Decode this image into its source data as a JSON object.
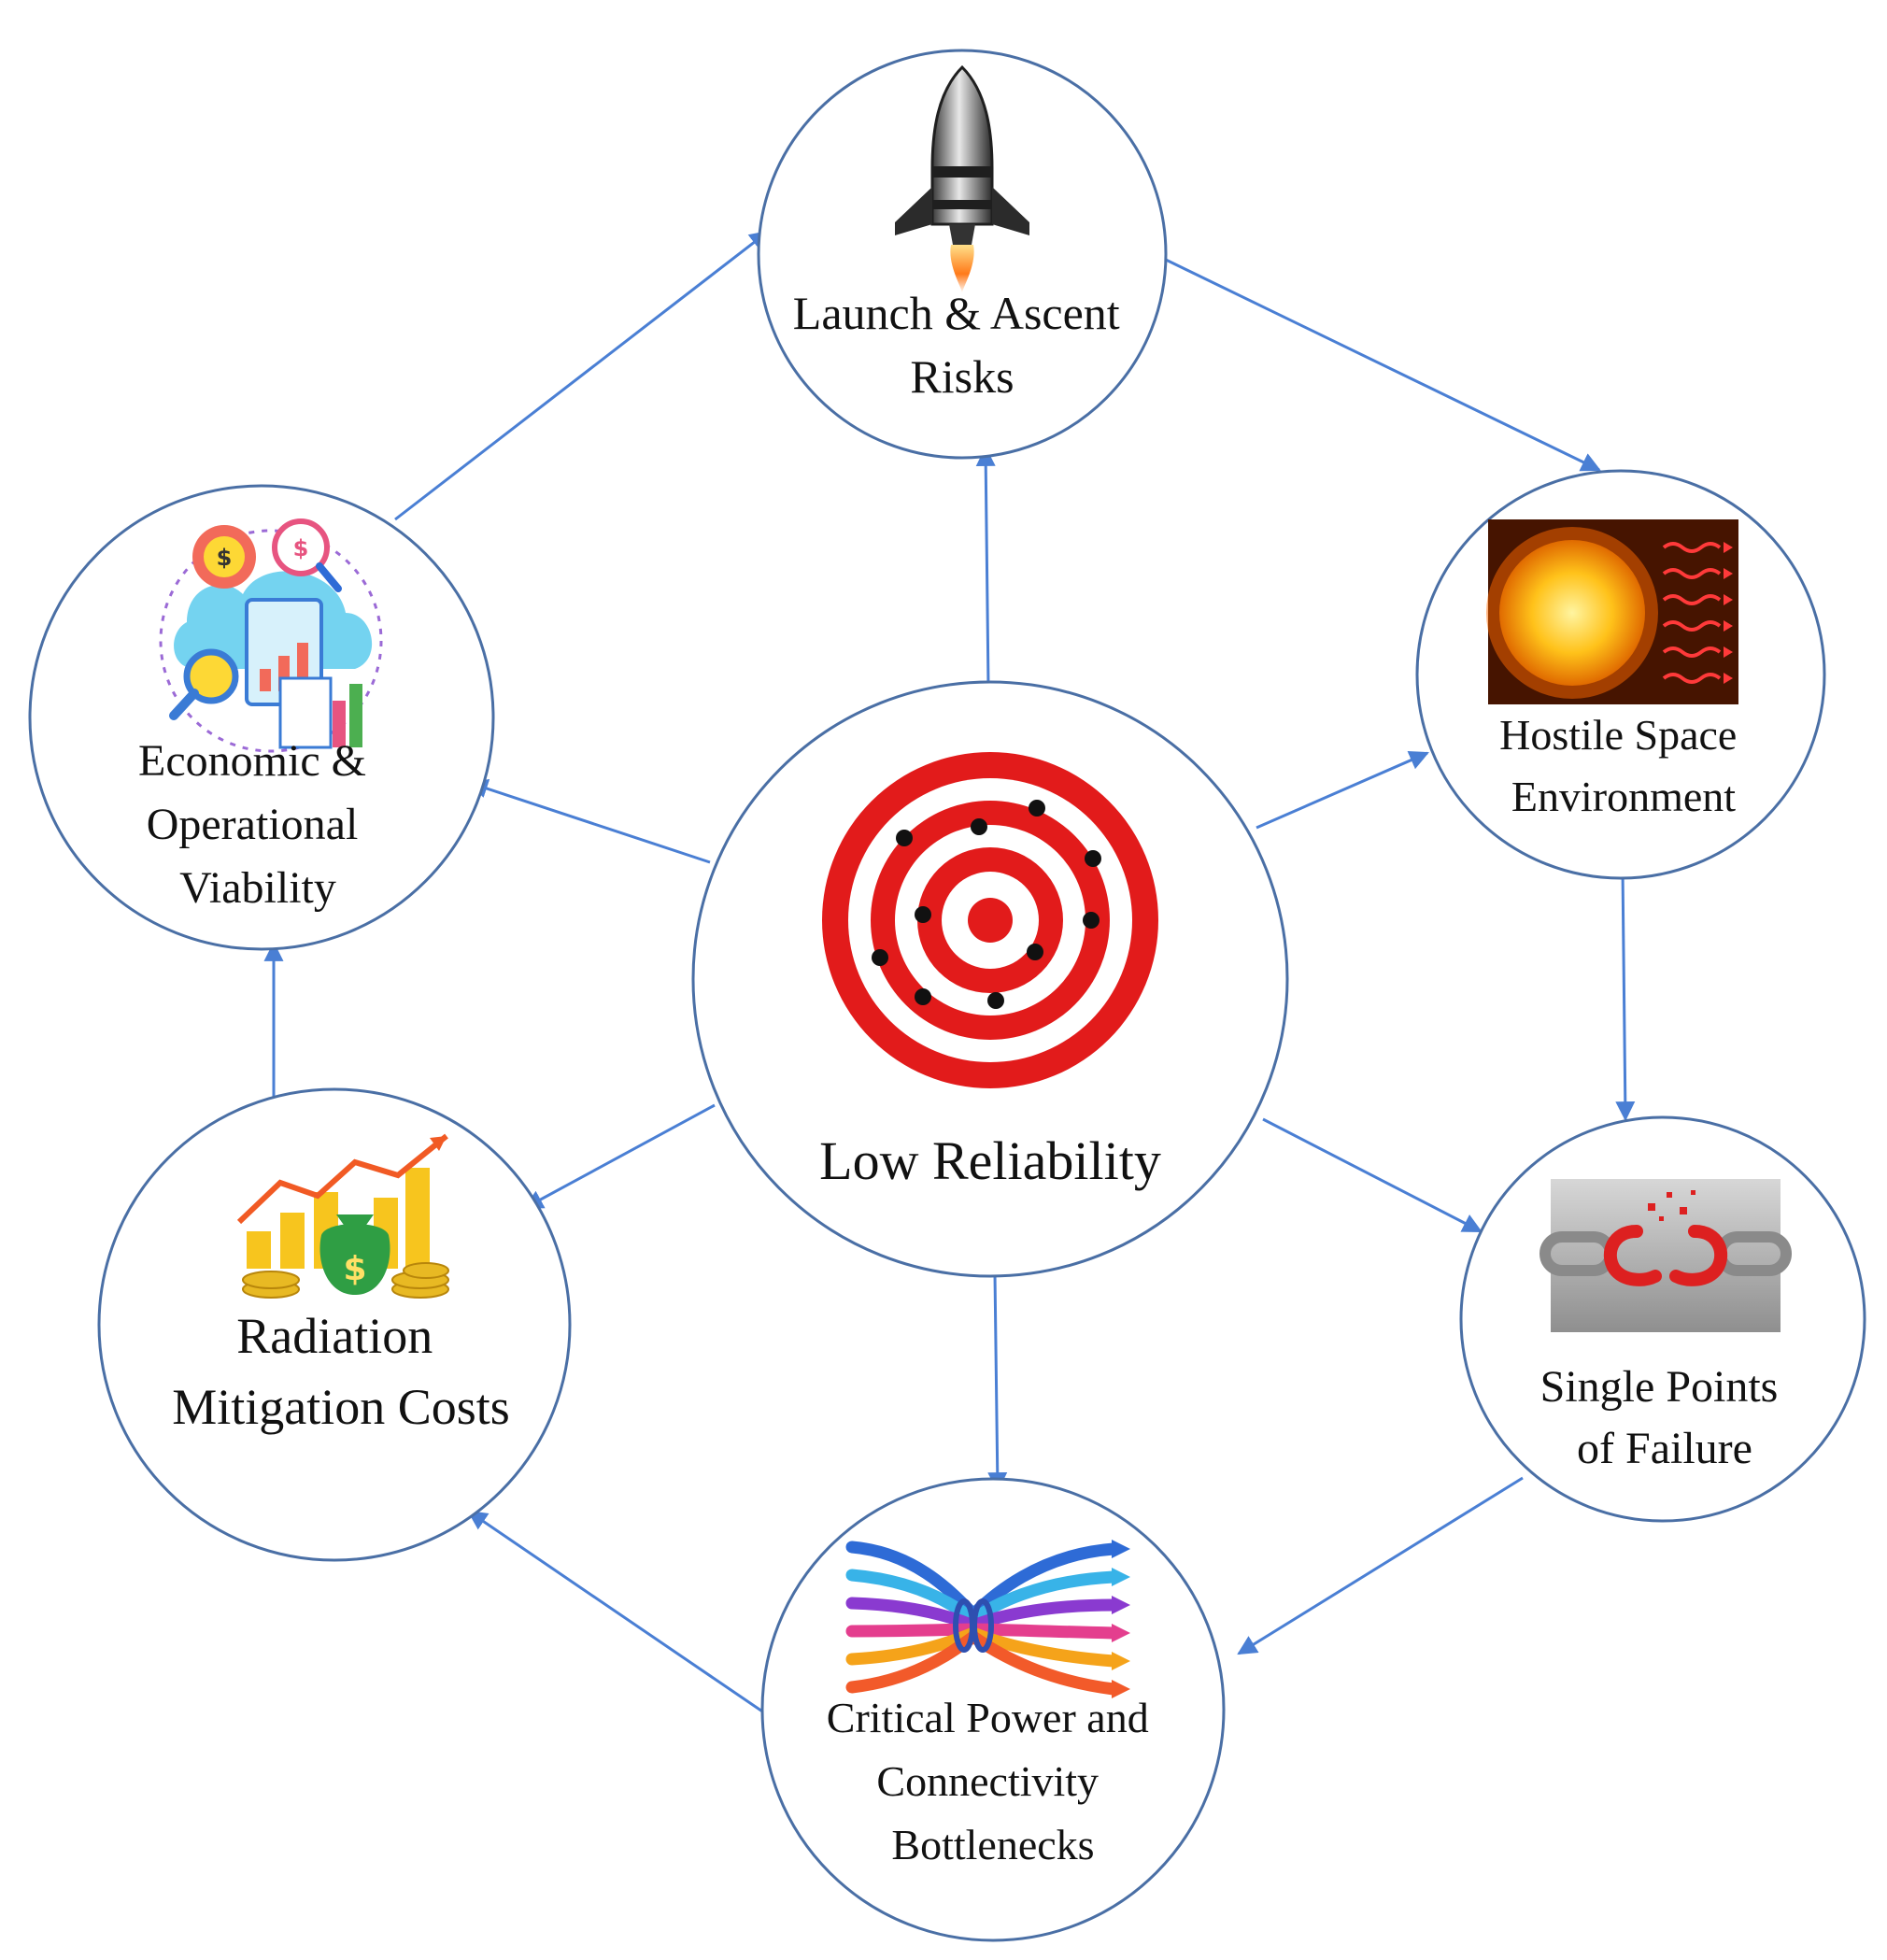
{
  "colors": {
    "stroke": "#4a6fa5",
    "arrow": "#4a7fd4",
    "text": "#111111"
  },
  "nodes": {
    "center": {
      "lines": [
        "Low Reliability"
      ],
      "icon": "target-icon"
    },
    "launch": {
      "lines": [
        "Launch & Ascent",
        "Risks"
      ],
      "icon": "rocket-icon"
    },
    "hostile": {
      "lines": [
        "Hostile Space",
        "Environment"
      ],
      "icon": "sun-radiation-icon"
    },
    "single": {
      "lines": [
        "Single Points",
        "of Failure"
      ],
      "icon": "broken-chain-icon"
    },
    "critical": {
      "lines": [
        "Critical Power and",
        "Connectivity",
        "Bottlenecks"
      ],
      "icon": "converging-arrows-icon"
    },
    "radiation": {
      "lines": [
        "Radiation",
        "Mitigation Costs"
      ],
      "icon": "money-growth-icon"
    },
    "economic": {
      "lines": [
        "Economic &",
        "Operational",
        "Viability"
      ],
      "icon": "finance-analysis-icon"
    }
  }
}
